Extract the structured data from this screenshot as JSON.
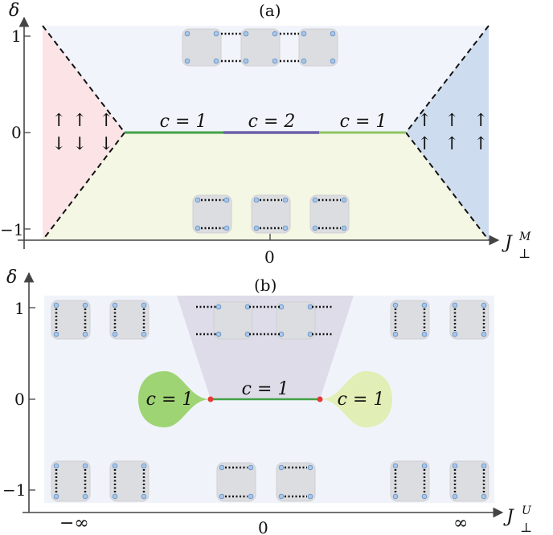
{
  "panel_a": {
    "label": "(a)",
    "y_axis": "δ",
    "x_axis_main": "J",
    "x_axis_sup": "M",
    "x_axis_sub": "⊥",
    "y_ticks": [
      "1",
      "0",
      "−1"
    ],
    "x_tick": "0",
    "phase_labels": [
      "c = 1",
      "c = 2",
      "c = 1"
    ],
    "left_spins": [
      "↑",
      "↑",
      "↑",
      "↓",
      "↓",
      "↓"
    ],
    "right_spins": [
      "↑",
      "↑",
      "↑",
      "↑",
      "↑",
      "↑"
    ],
    "colors": {
      "left_region": "#fbe3e6",
      "right_region": "#cddcee",
      "top_region": "#f1f4fa",
      "bottom_region": "#f3f7e3",
      "line_green": "#43a047",
      "line_purple": "#6b5fa8",
      "line_lightgreen": "#8fc464"
    }
  },
  "panel_b": {
    "label": "(b)",
    "y_axis": "δ",
    "x_axis_main": "J",
    "x_axis_sup": "U",
    "x_axis_sub": "⊥",
    "y_ticks": [
      "1",
      "0",
      "−1"
    ],
    "x_ticks": [
      "−∞",
      "0",
      "∞"
    ],
    "phase_labels": [
      "c = 1",
      "c = 1",
      "c = 1"
    ],
    "colors": {
      "background": "#f0f4fa",
      "trapezoid": "#dedce9",
      "left_drop": "#9fd474",
      "right_drop": "#e1eeb5",
      "critical_point": "#e53935"
    }
  }
}
